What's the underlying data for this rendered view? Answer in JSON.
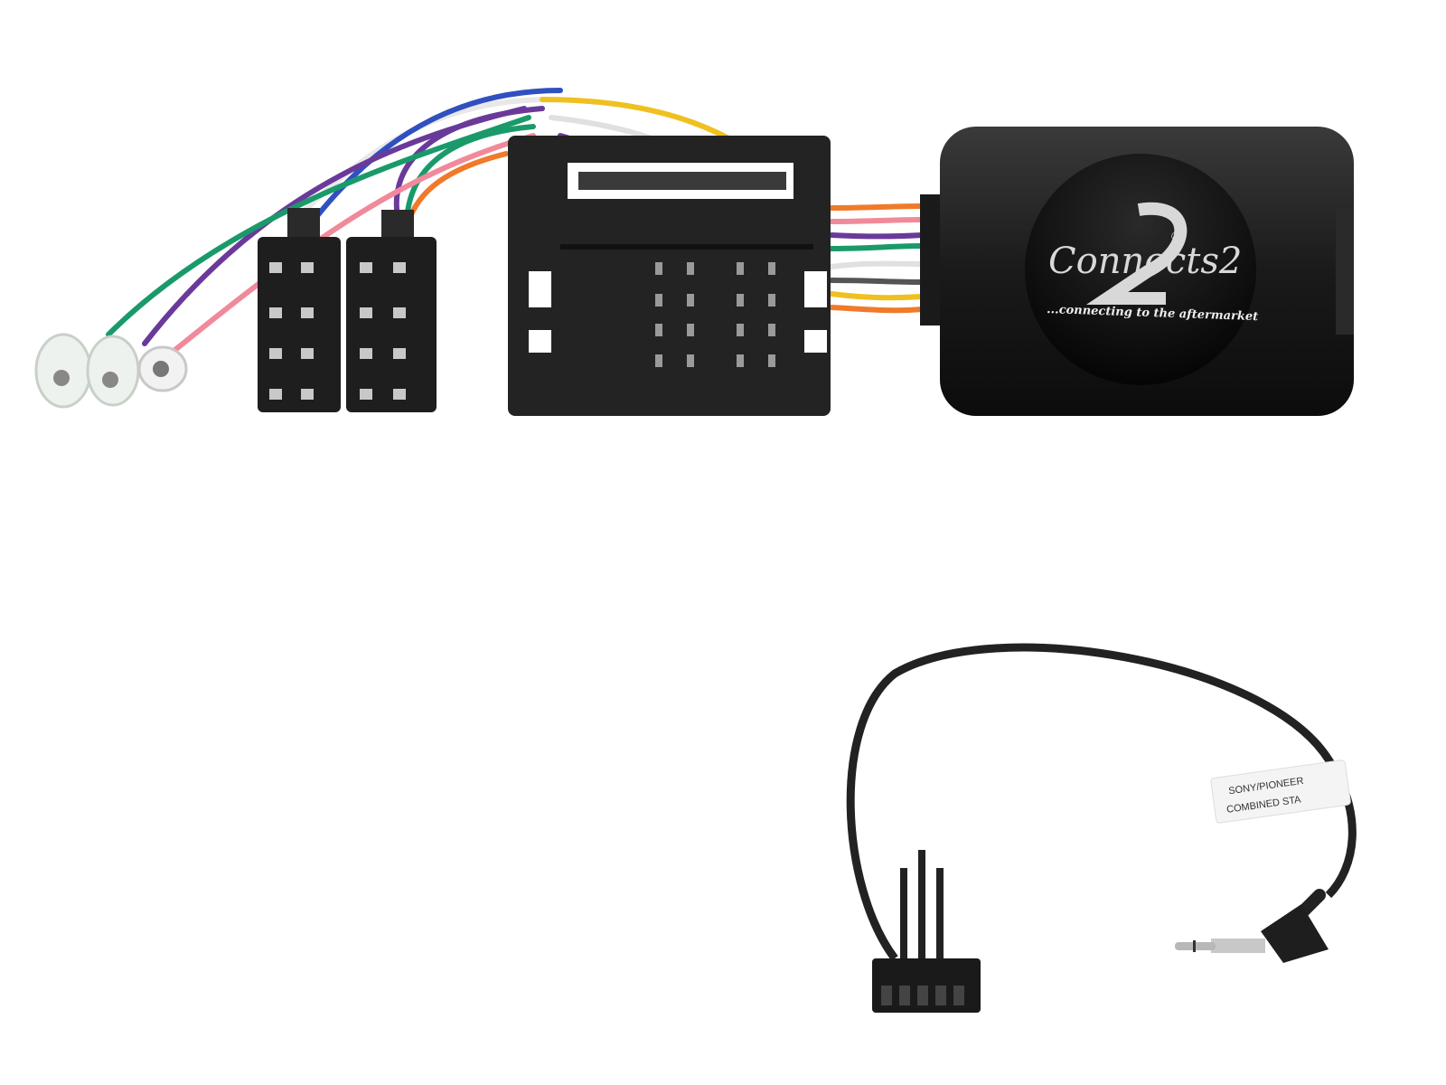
{
  "product": {
    "brand_logo": "Connects2",
    "registered_mark": "®",
    "tagline": "...connecting to the aftermarket",
    "patch_lead_label_line1": "SONY/PIONEER",
    "patch_lead_label_line2": "COMBINED STA"
  },
  "colors": {
    "plastic": "#1c1c1c",
    "wire_orange": "#f07a2a",
    "wire_green": "#1a9a6a",
    "wire_purple": "#6a3a9a",
    "wire_pink": "#f08a9a",
    "wire_blue": "#3050c0",
    "wire_yellow": "#f0c020",
    "wire_white": "#e0e0e0",
    "logo_silver": "#d8d8d8"
  }
}
